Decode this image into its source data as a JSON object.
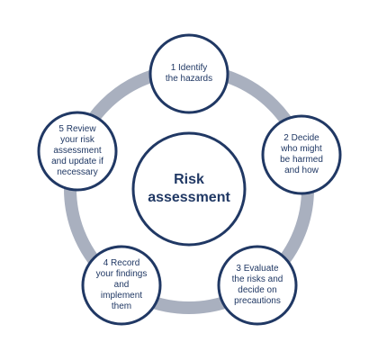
{
  "center": {
    "label": "Risk\nassessment"
  },
  "steps": [
    {
      "label": "1 Identify\nthe hazards"
    },
    {
      "label": "2 Decide\nwho might\nbe harmed\nand how"
    },
    {
      "label": "3 Evaluate\nthe risks and\ndecide on\nprecautions"
    },
    {
      "label": "4 Record\nyour findings\nand\nimplement\nthem"
    },
    {
      "label": "5 Review\nyour risk\nassessment\nand update if\nnecessary"
    }
  ],
  "colors": {
    "ring": "#a9b0bf",
    "node_border": "#203864",
    "node_fill": "#ffffff",
    "text": "#203864"
  }
}
